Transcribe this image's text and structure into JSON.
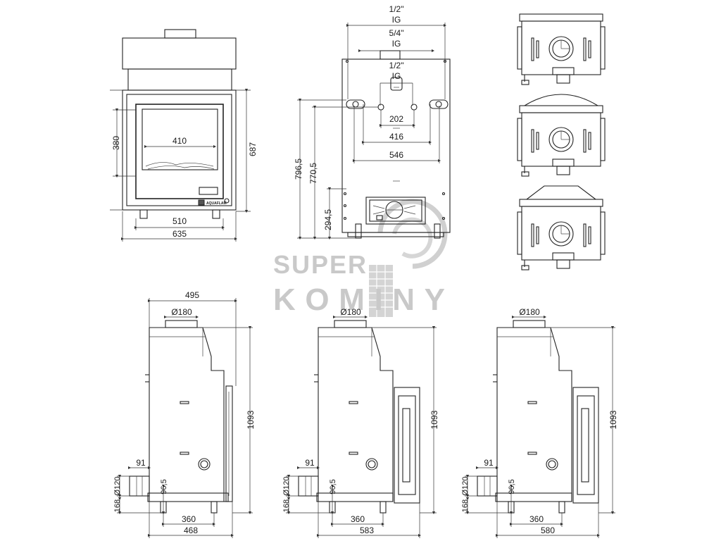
{
  "front_view": {
    "inner_width": "410",
    "door_width": "510",
    "total_width": "635",
    "glass_height": "380",
    "total_height": "687",
    "brand_label": "AQUAFLAM"
  },
  "rear_view": {
    "conn_top_size": "1/2\"",
    "conn_top_type": "IG",
    "conn_mid_size": "5/4\"",
    "conn_mid_type": "IG",
    "conn_low_size": "1/2\"",
    "conn_low_type": "IG",
    "spacing_202": "202",
    "spacing_416": "416",
    "spacing_546": "546",
    "height_796": "796,5",
    "height_770": "770,5",
    "height_294": "294,5"
  },
  "side_views": [
    {
      "top_width": "495",
      "flue_diameter": "Ø180",
      "total_height": "1093",
      "inlet_offset": "91",
      "inlet_diameter": "Ø120",
      "inlet_height": "96,5",
      "inlet_base": "168",
      "feet_spacing": "360",
      "total_depth": "468"
    },
    {
      "flue_diameter": "Ø180",
      "total_height": "1093",
      "inlet_offset": "91",
      "inlet_diameter": "Ø120",
      "inlet_height": "96,5",
      "inlet_base": "168",
      "feet_spacing": "360",
      "total_depth": "583"
    },
    {
      "flue_diameter": "Ø180",
      "total_height": "1093",
      "inlet_offset": "91",
      "inlet_diameter": "Ø120",
      "inlet_height": "96,5",
      "inlet_base": "168",
      "feet_spacing": "360",
      "total_depth": "580"
    }
  ],
  "watermark": {
    "line1": "SUPER",
    "line2": "KOMINY"
  },
  "colors": {
    "line": "#222222",
    "watermark": "#c8c8c8",
    "background": "#ffffff"
  }
}
